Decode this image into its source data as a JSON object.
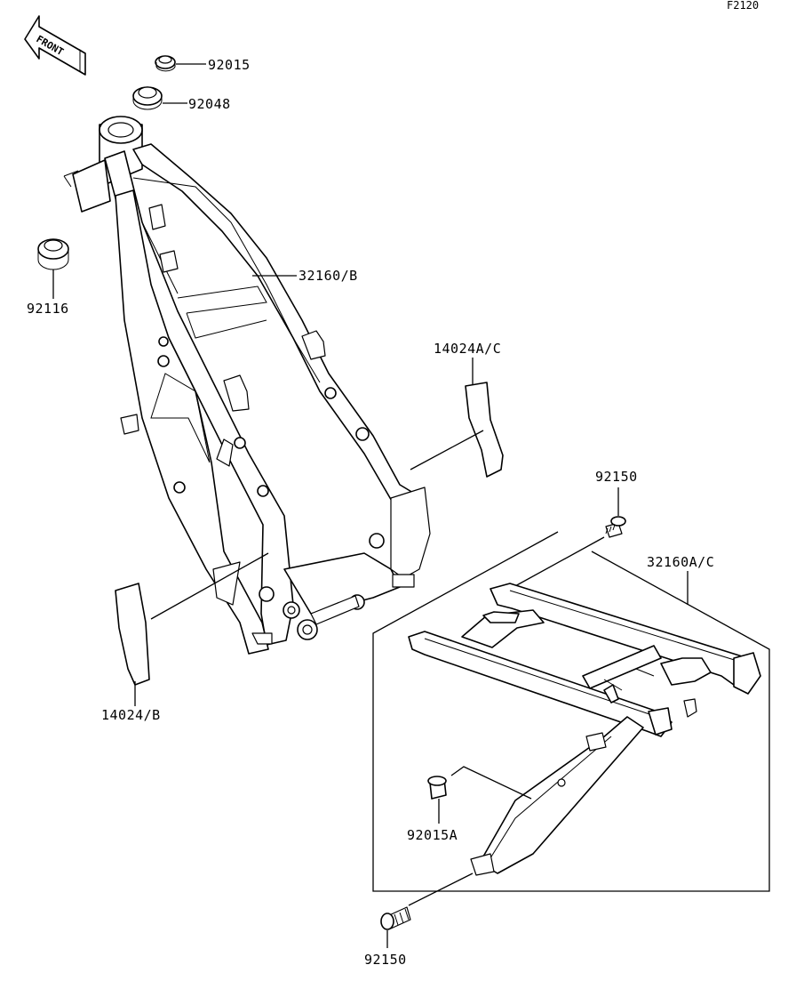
{
  "diagram_code": "F2120",
  "front_label": "FRONT",
  "parts": {
    "p92015": "92015",
    "p92048": "92048",
    "p92116": "92116",
    "p32160B": "32160/B",
    "p14024AC": "14024A/C",
    "p14024B": "14024/B",
    "p92150_top": "92150",
    "p32160AC": "32160A/C",
    "p92015A": "92015A",
    "p92150_bottom": "92150"
  }
}
